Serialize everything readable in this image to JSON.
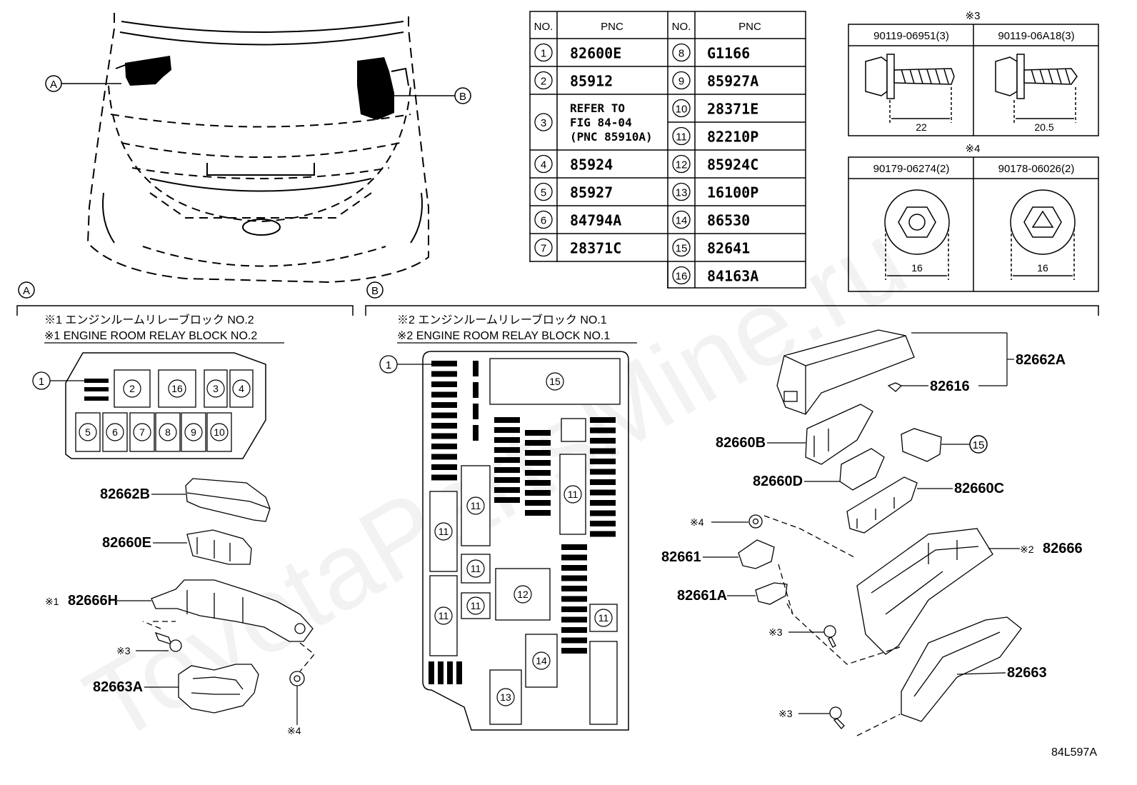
{
  "callouts": {
    "a": "A",
    "b": "B"
  },
  "table": {
    "header": {
      "no": "NO.",
      "pnc": "PNC"
    },
    "left": [
      {
        "no": "1",
        "pnc": "82600E"
      },
      {
        "no": "2",
        "pnc": "85912"
      },
      {
        "no": "3",
        "pnc": "REFER TO",
        "pnc2": "FIG 84-04",
        "pnc3": "(PNC 85910A)"
      },
      {
        "no": "4",
        "pnc": "85924"
      },
      {
        "no": "5",
        "pnc": "85927"
      },
      {
        "no": "6",
        "pnc": "84794A"
      },
      {
        "no": "7",
        "pnc": "28371C"
      }
    ],
    "right": [
      {
        "no": "8",
        "pnc": "G1166"
      },
      {
        "no": "9",
        "pnc": "85927A"
      },
      {
        "no": "10",
        "pnc": "28371E"
      },
      {
        "no": "11",
        "pnc": "82210P"
      },
      {
        "no": "12",
        "pnc": "85924C"
      },
      {
        "no": "13",
        "pnc": "16100P"
      },
      {
        "no": "14",
        "pnc": "86530"
      },
      {
        "no": "15",
        "pnc": "82641"
      },
      {
        "no": "16",
        "pnc": "84163A"
      }
    ]
  },
  "fasteners": {
    "note3": "※3",
    "note4": "※4",
    "bolt1": {
      "part": "90119-06951(3)",
      "dim": "22"
    },
    "bolt2": {
      "part": "90119-06A18(3)",
      "dim": "20.5"
    },
    "nut1": {
      "part": "90179-06274(2)",
      "dim": "16"
    },
    "nut2": {
      "part": "90178-06026(2)",
      "dim": "16"
    }
  },
  "sectionA": {
    "title_jp": "※1 エンジンルームリレーブロック NO.2",
    "title_en": "※1 ENGINE ROOM RELAY BLOCK NO.2",
    "box_nums": [
      "1",
      "2",
      "16",
      "3",
      "4",
      "5",
      "6",
      "7",
      "8",
      "9",
      "10"
    ],
    "parts": [
      "82662B",
      "82660E",
      "82666H",
      "82663A"
    ],
    "mark1": "※1",
    "mark3": "※3",
    "mark4": "※4"
  },
  "sectionB": {
    "title_jp": "※2 エンジンルームリレーブロック NO.1",
    "title_en": "※2 ENGINE ROOM RELAY BLOCK NO.1",
    "box_nums": [
      "1",
      "15",
      "11",
      "11",
      "11",
      "11",
      "11",
      "11",
      "12",
      "11",
      "14",
      "13"
    ],
    "parts": [
      "82662A",
      "82616",
      "82660B",
      "82660D",
      "82660C",
      "82666",
      "82661",
      "82661A",
      "82663"
    ],
    "circle15": "15",
    "mark2": "※2",
    "mark3": "※3",
    "mark4": "※4"
  },
  "footer": {
    "code": "84L597A"
  },
  "watermark": "ToyotaPartsMine.ru"
}
